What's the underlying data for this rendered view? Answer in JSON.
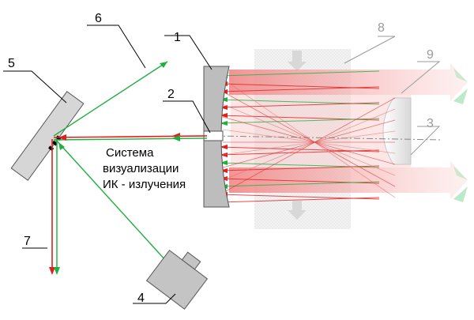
{
  "labels": {
    "n1": "1",
    "n2": "2",
    "n3": "3",
    "n4": "4",
    "n5": "5",
    "n6": "6",
    "n7": "7",
    "n8": "8",
    "n9": "9"
  },
  "caption": {
    "line1": "Система",
    "line2": "визуализации",
    "line3": "ИК - излучения"
  },
  "colors": {
    "red": "#e02020",
    "green": "#20b040",
    "pink": "#f4a0a0",
    "gray_part": "#d0d0d0"
  }
}
